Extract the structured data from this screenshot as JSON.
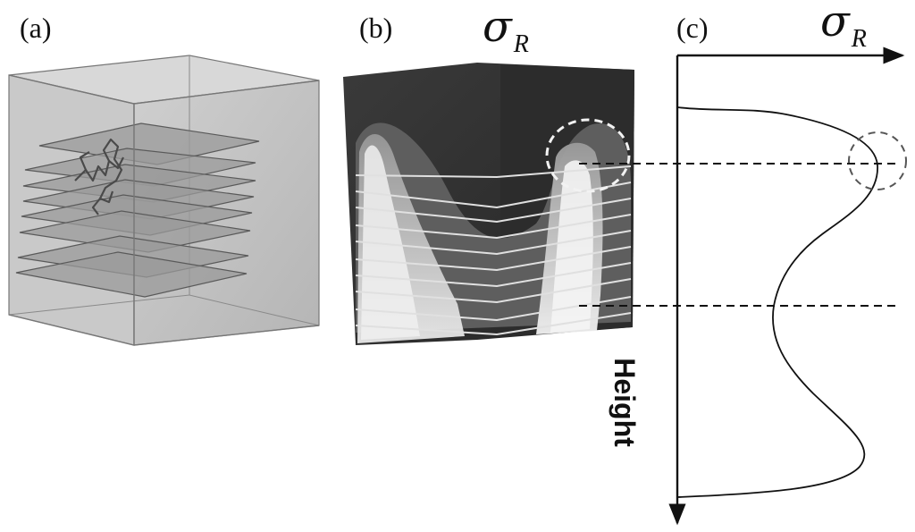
{
  "panels": {
    "a": {
      "label": "(a)"
    },
    "b": {
      "label": "(b)",
      "symbol": "σ",
      "subscript": "R"
    },
    "c": {
      "label": "(c)",
      "symbol": "σ",
      "subscript": "R",
      "axis_label": "Height"
    }
  },
  "colors": {
    "ink": "#111111",
    "box_fill": "#c4c4c4",
    "slice_fill": "#8c8c8c",
    "dark_block": "#2e2e2e",
    "bright_plume": "#e6e6e6"
  }
}
